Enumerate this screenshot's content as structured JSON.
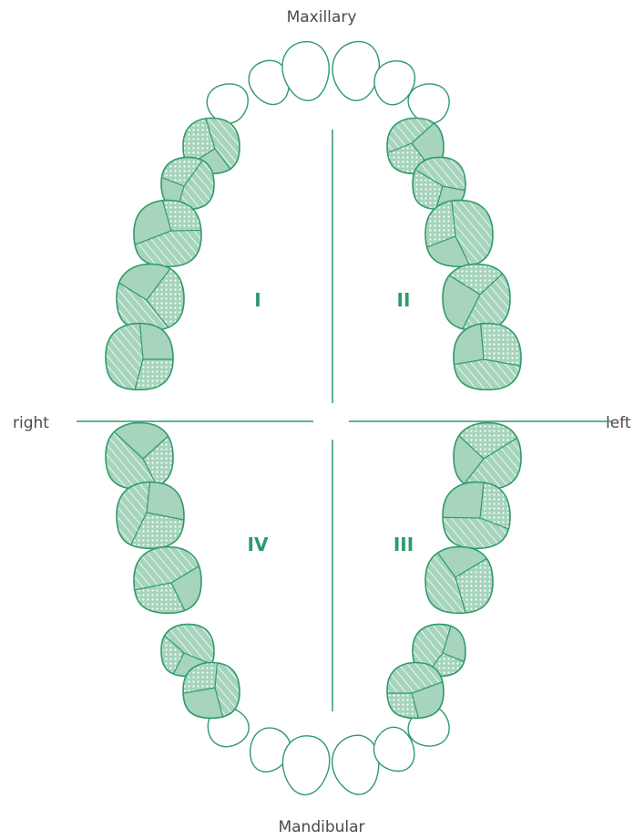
{
  "labels": {
    "top": "Maxillary",
    "bottom": "Mandibular",
    "left": "right",
    "right": "left"
  },
  "quadrants": [
    "I",
    "II",
    "III",
    "IV"
  ],
  "colors": {
    "line": "#2e9a6a",
    "fill": "#a6d4bc",
    "text": "#4a4a4a"
  }
}
